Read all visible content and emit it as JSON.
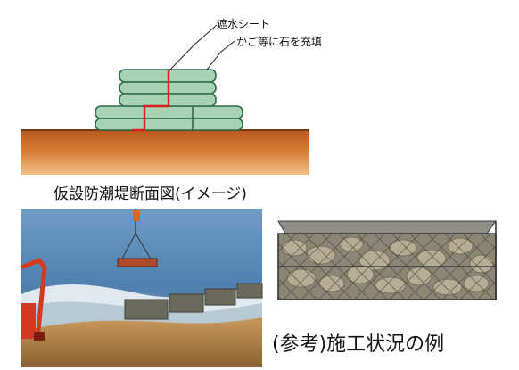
{
  "diagram": {
    "label_sheet": "遮水シート",
    "label_fill": "かご等に石を充填",
    "caption": "仮設防潮堤断面図(イメージ)"
  },
  "photo_caption": "(参考)施工状況の例",
  "colors": {
    "ground": "#c8692a",
    "ground_light": "#e59b5a",
    "block_fill": "#a7d3b3",
    "block_stroke": "#2d6a4a",
    "sheet": "#d81e1e"
  }
}
